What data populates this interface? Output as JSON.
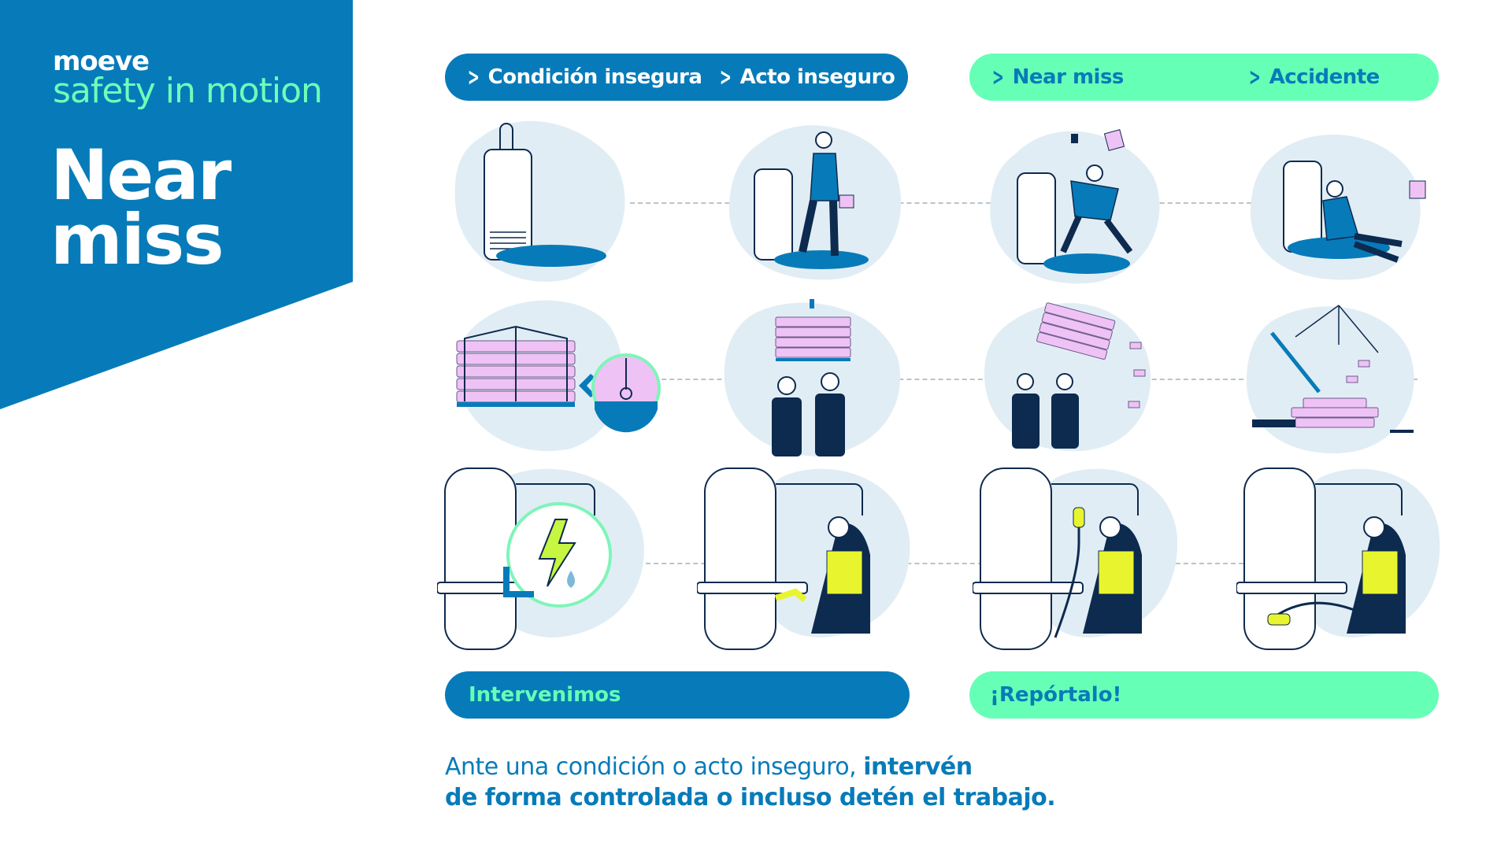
{
  "brand": {
    "logo": "moeve",
    "tagline": "safety in motion"
  },
  "title": {
    "line1": "Near",
    "line2": "miss"
  },
  "top_bar": {
    "left": [
      "Condición insegura",
      "Acto inseguro"
    ],
    "right": [
      "Near miss",
      "Accidente"
    ]
  },
  "bottom_bar": {
    "left": "Intervenimos",
    "right": "¡Repórtalo!"
  },
  "footer": {
    "normal": "Ante una condición o acto inseguro, ",
    "bold_1": "intervén",
    "bold_2": "de forma controlada o incluso detén el trabajo."
  },
  "colors": {
    "brand_blue": "#077bb9",
    "brand_green": "#66ffb6",
    "blob": "#e1edf4",
    "pink": "#efc2f5",
    "navy": "#0d2a4f"
  }
}
